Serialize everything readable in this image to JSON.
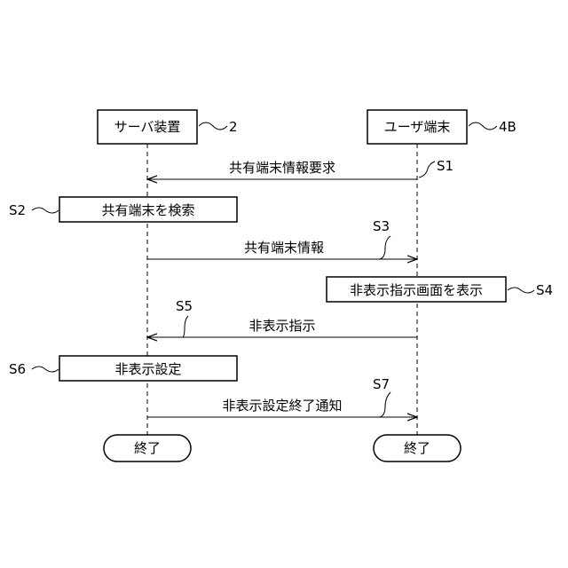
{
  "actors": {
    "server": {
      "label": "サーバ装置",
      "ref": "2"
    },
    "terminal": {
      "label": "ユーザ端末",
      "ref": "4B"
    }
  },
  "messages": [
    {
      "step": "S1",
      "label": "共有端末情報要求",
      "from": "terminal",
      "to": "server"
    },
    {
      "step": "S3",
      "label": "共有端末情報",
      "from": "server",
      "to": "terminal"
    },
    {
      "step": "S5",
      "label": "非表示指示",
      "from": "terminal",
      "to": "server"
    },
    {
      "step": "S7",
      "label": "非表示設定終了通知",
      "from": "server",
      "to": "terminal"
    }
  ],
  "processes": [
    {
      "step": "S2",
      "label": "共有端末を検索",
      "actor": "server"
    },
    {
      "step": "S4",
      "label": "非表示指示画面を表示",
      "actor": "terminal"
    },
    {
      "step": "S6",
      "label": "非表示設定",
      "actor": "server"
    }
  ],
  "terminals": {
    "server_end": "終了",
    "terminal_end": "終了"
  }
}
